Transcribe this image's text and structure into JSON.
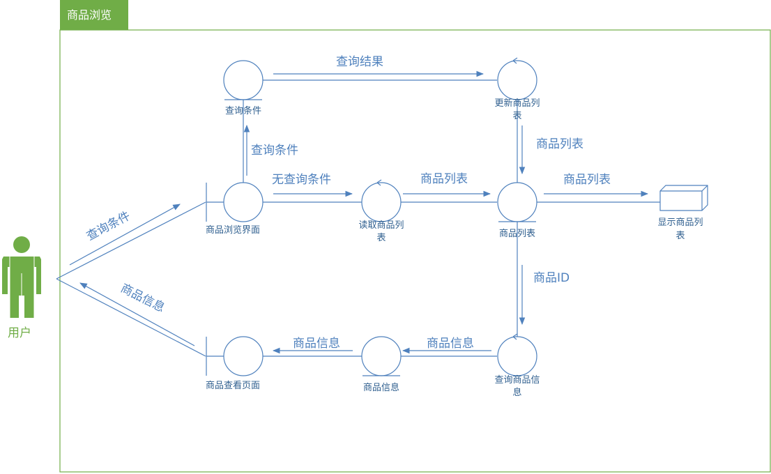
{
  "frame": {
    "title": "商品浏览",
    "accent": "#70ad47"
  },
  "actor": {
    "label": "用户",
    "color": "#70ad47"
  },
  "nodes": {
    "query_condition": {
      "label": "查询条件",
      "kind": "entity"
    },
    "update_list": {
      "label_line1": "更新商品列",
      "label_line2": "表",
      "kind": "control"
    },
    "browse_page": {
      "label": "商品浏览界面",
      "kind": "boundary"
    },
    "read_list": {
      "label_line1": "读取商品列",
      "label_line2": "表",
      "kind": "control"
    },
    "product_list": {
      "label": "商品列表",
      "kind": "entity"
    },
    "display_list": {
      "label_line1": "显示商品列",
      "label_line2": "表",
      "kind": "box"
    },
    "query_info": {
      "label_line1": "查询商品信",
      "label_line2": "息",
      "kind": "control"
    },
    "product_info": {
      "label": "商品信息",
      "kind": "entity"
    },
    "view_page": {
      "label": "商品查看页面",
      "kind": "boundary"
    }
  },
  "messages": {
    "query_result": "查询结果",
    "query_condition_up": "查询条件",
    "no_query_condition": "无查询条件",
    "list_read_to_list": "商品列表",
    "list_update_down": "商品列表",
    "list_to_display": "商品列表",
    "product_id": "商品ID",
    "info_query_to_info": "商品信息",
    "info_to_view": "商品信息",
    "actor_query": "查询条件",
    "actor_info": "商品信息"
  },
  "colors": {
    "line": "#4f81bd",
    "node_label": "#2f5f8f",
    "message_label": "#4f81bd"
  }
}
